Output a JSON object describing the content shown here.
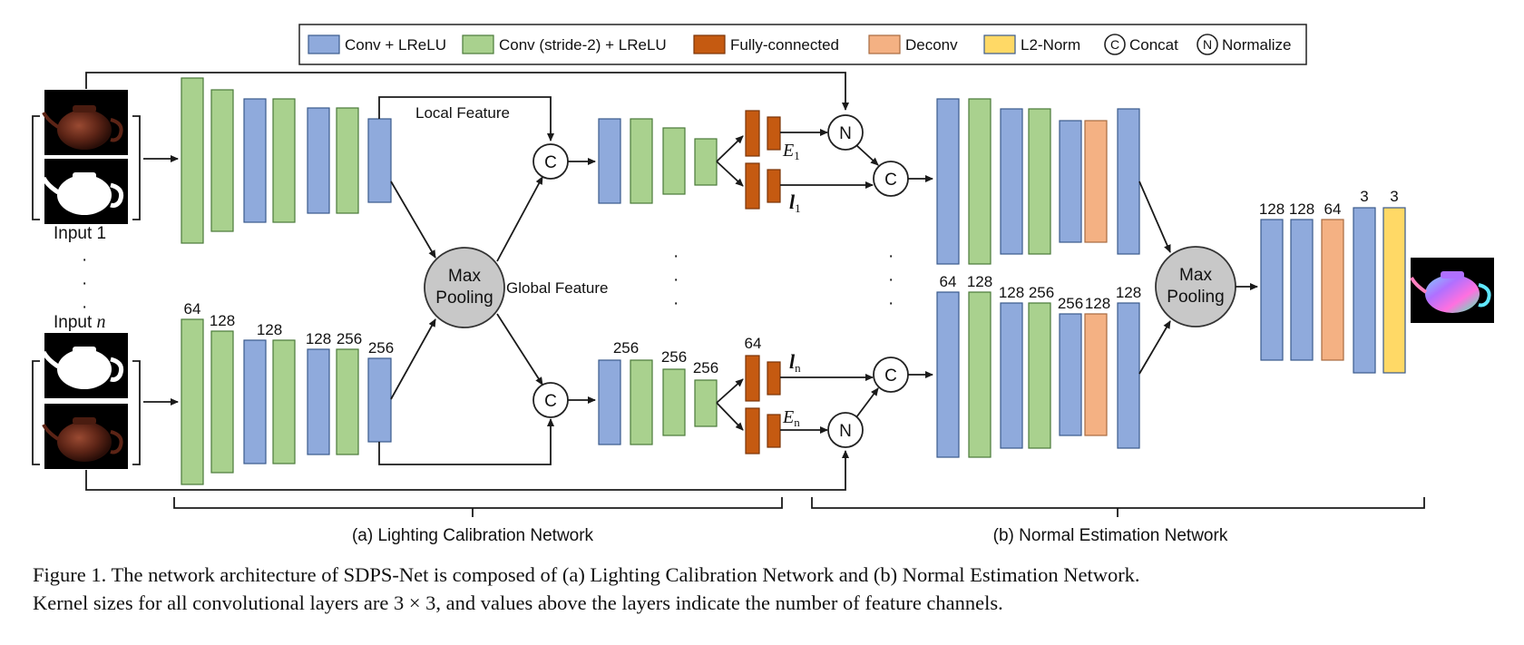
{
  "legend": {
    "items": [
      {
        "label": "Conv + LReLU",
        "color": "#8faadc"
      },
      {
        "label": "Conv (stride-2) + LReLU",
        "color": "#a9d18e"
      },
      {
        "label": "Fully-connected",
        "color": "#c55a11"
      },
      {
        "label": "Deconv",
        "color": "#f4b183"
      },
      {
        "label": "L2-Norm",
        "color": "#ffd966"
      }
    ],
    "concat_symbol": "C",
    "concat_label": "Concat",
    "normalize_symbol": "N",
    "normalize_label": "Normalize"
  },
  "inputs": {
    "input1_label": "Input 1",
    "inputn_label": "Input ",
    "inputn_var": "n"
  },
  "labels": {
    "local_feature": "Local Feature",
    "global_feature": "Global Feature",
    "max_pooling_line1": "Max",
    "max_pooling_line2": "Pooling",
    "e1": "E",
    "e1_sub": "1",
    "l1": "l",
    "l1_sub": "1",
    "ln": "l",
    "ln_sub": "n",
    "en": "E",
    "en_sub": "n",
    "concat": "C",
    "normalize": "N",
    "dots": "·"
  },
  "channels": {
    "lighting_encoder": [
      "64",
      "128",
      "128",
      "128",
      "256",
      "256"
    ],
    "lighting_head": [
      "256",
      "256",
      "256",
      "64"
    ],
    "normal_encoder": [
      "64",
      "128",
      "128",
      "256",
      "256",
      "128",
      "128"
    ],
    "normal_decoder": [
      "128",
      "128",
      "64",
      "3",
      "3"
    ]
  },
  "sections": {
    "a": "(a) Lighting Calibration Network",
    "b": "(b) Normal Estimation Network"
  },
  "caption": {
    "line1": "Figure 1. The network architecture of SDPS-Net is composed of (a) Lighting Calibration Network and (b) Normal Estimation Network.",
    "line2": "Kernel sizes for all convolutional layers are 3 × 3, and values above the layers indicate the number of feature channels."
  },
  "colors": {
    "conv": "#8faadc",
    "conv_stride": "#a9d18e",
    "fc": "#c55a11",
    "deconv": "#f4b183",
    "l2norm": "#ffd966",
    "pooling": "#c8c8c8"
  }
}
